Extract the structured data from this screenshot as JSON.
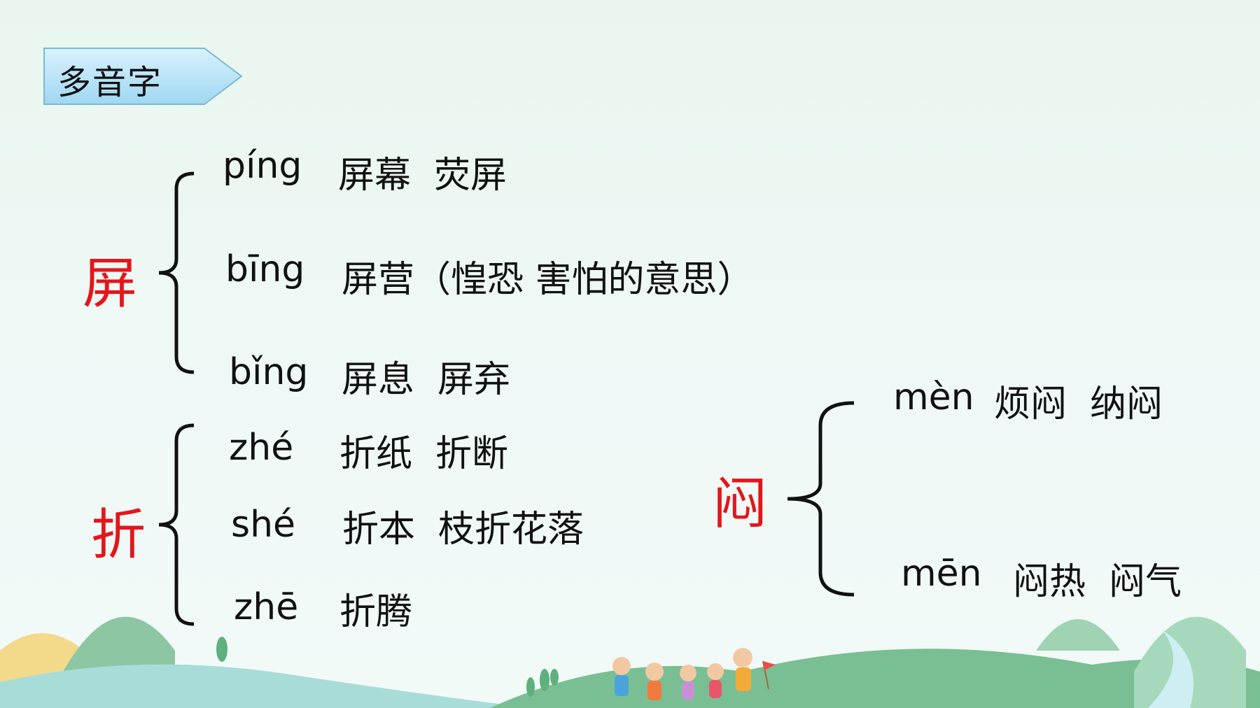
{
  "slide": {
    "title": "多音字",
    "groups": [
      {
        "char": "屏",
        "readings": [
          {
            "pinyin": "píng",
            "words": "屏幕  荧屏"
          },
          {
            "pinyin": "bīng",
            "words": "屏营（惶恐 害怕的意思）"
          },
          {
            "pinyin": "bǐng",
            "words": "屏息  屏弃"
          }
        ]
      },
      {
        "char": "折",
        "readings": [
          {
            "pinyin": "zhé",
            "words": "折纸  折断"
          },
          {
            "pinyin": "shé",
            "words": "折本  枝折花落"
          },
          {
            "pinyin": "zhē",
            "words": "折腾"
          }
        ]
      },
      {
        "char": "闷",
        "readings": [
          {
            "pinyin": "mèn",
            "words": "烦闷  纳闷"
          },
          {
            "pinyin": "mēn",
            "words": "闷热  闷气"
          }
        ]
      }
    ]
  },
  "colors": {
    "highlight_char": "#e3161b",
    "title_tag": "#bfe6fb",
    "hill_green": "#7cc09a",
    "water_blue": "#9fd9e0"
  }
}
